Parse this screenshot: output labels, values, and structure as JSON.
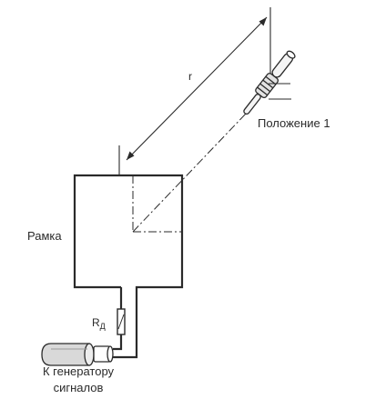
{
  "labels": {
    "distance": "r",
    "position": "Положение 1",
    "frame": "Рамка",
    "resistor_main": "R",
    "resistor_sub": "Д",
    "generator_line1": "К генератору",
    "generator_line2": "сигналов"
  },
  "colors": {
    "ink": "#2a2a2a",
    "background": "#ffffff"
  }
}
